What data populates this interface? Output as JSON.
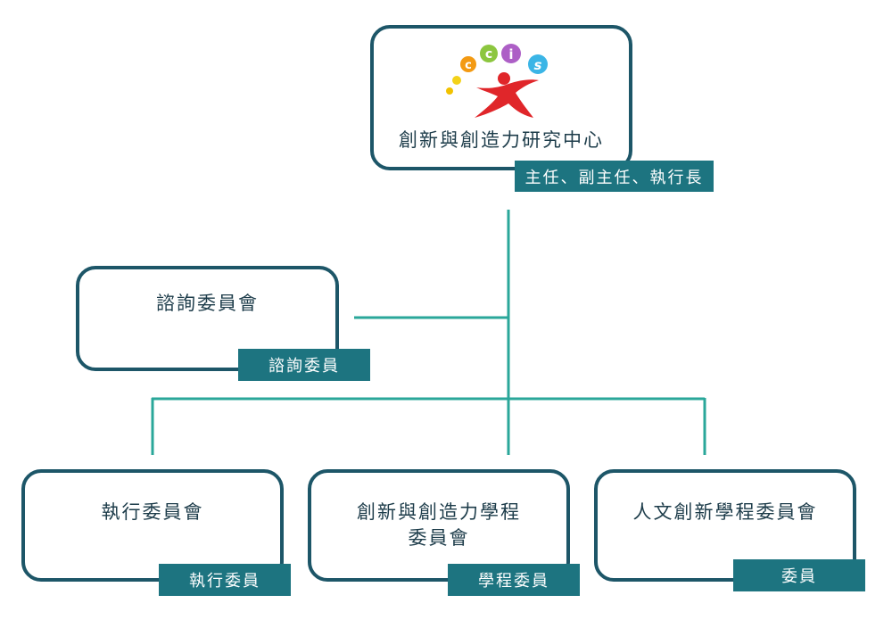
{
  "center": {
    "logo_letters": [
      "c",
      "c",
      "i",
      "s"
    ],
    "title": "創新與創造力研究中心",
    "tag": "主任、副主任、執行長"
  },
  "advisory": {
    "title": "諮詢委員會",
    "tag": "諮詢委員"
  },
  "committees": [
    {
      "title": "執行委員會",
      "tag": "執行委員"
    },
    {
      "title_line1": "創新與創造力學程",
      "title_line2": "委員會",
      "tag": "學程委員"
    },
    {
      "title": "人文創新學程委員會",
      "tag": "委員"
    }
  ],
  "colors": {
    "box_border": "#1d5668",
    "tag_fill": "#1d7480",
    "connector": "#2aa79a",
    "logo_red": "#e0262a"
  }
}
